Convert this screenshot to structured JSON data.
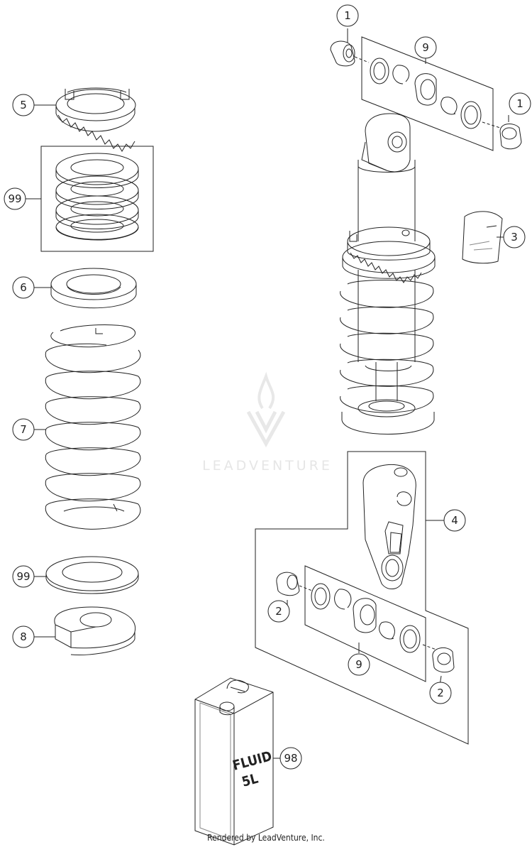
{
  "callouts": {
    "c1_top": "1",
    "c1_right": "1",
    "c9_top": "9",
    "c5": "5",
    "c99_top": "99",
    "c3": "3",
    "c6": "6",
    "c7": "7",
    "c4": "4",
    "c99_bottom": "99",
    "c2_left": "2",
    "c8": "8",
    "c9_bottom": "9",
    "c2_right": "2",
    "c98": "98"
  },
  "can_label": {
    "line1": "FLUID",
    "line2": "5L"
  },
  "watermark": "LEADVENTURE",
  "footer": "Rendered by LeadVenture, Inc."
}
